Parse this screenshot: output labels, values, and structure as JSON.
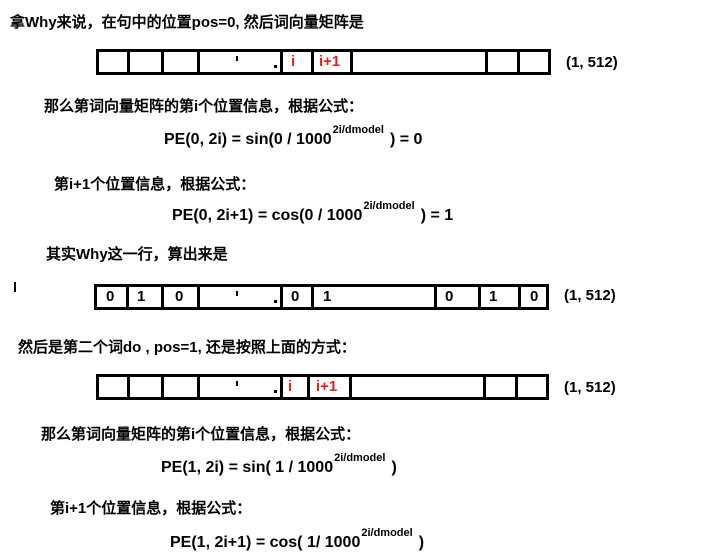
{
  "line1": "拿Why来说，在句中的位置pos=0, 然后词向量矩阵是",
  "vec1": {
    "cell_i": "i",
    "cell_i1": "i+1",
    "shape": "(1,   512)"
  },
  "line2": "那么第词向量矩阵的第i个位置信息，根据公式：",
  "formula1": {
    "main": "PE(0, 2i) = sin(0 / 1000",
    "exp": "2i/dmodel",
    "tail": ") = 0"
  },
  "line3": "第i+1个位置信息，根据公式：",
  "formula2": {
    "main": "PE(0, 2i+1) = cos(0 / 1000",
    "exp": "2i/dmodel",
    "tail": ") = 1"
  },
  "line4": "其实Why这一行，算出来是",
  "vec2": {
    "v0": "0",
    "v1": "1",
    "v2": "0",
    "v3": "0",
    "v4": "1",
    "v5": "0",
    "v6": "1",
    "v7": "0",
    "shape": "(1,   512)"
  },
  "line5": "然后是第二个词do , pos=1, 还是按照上面的方式：",
  "vec3": {
    "cell_i": "i",
    "cell_i1": "i+1",
    "shape": "(1,   512)"
  },
  "line6": "那么第词向量矩阵的第i个位置信息，根据公式：",
  "formula3": {
    "main": "PE(1, 2i) = sin( 1 / 1000",
    "exp": "2i/dmodel",
    "tail": ")"
  },
  "line7": "第i+1个位置信息，根据公式：",
  "formula4": {
    "main": "PE(1, 2i+1) = cos( 1/ 1000",
    "exp": "2i/dmodel",
    "tail": ")"
  }
}
